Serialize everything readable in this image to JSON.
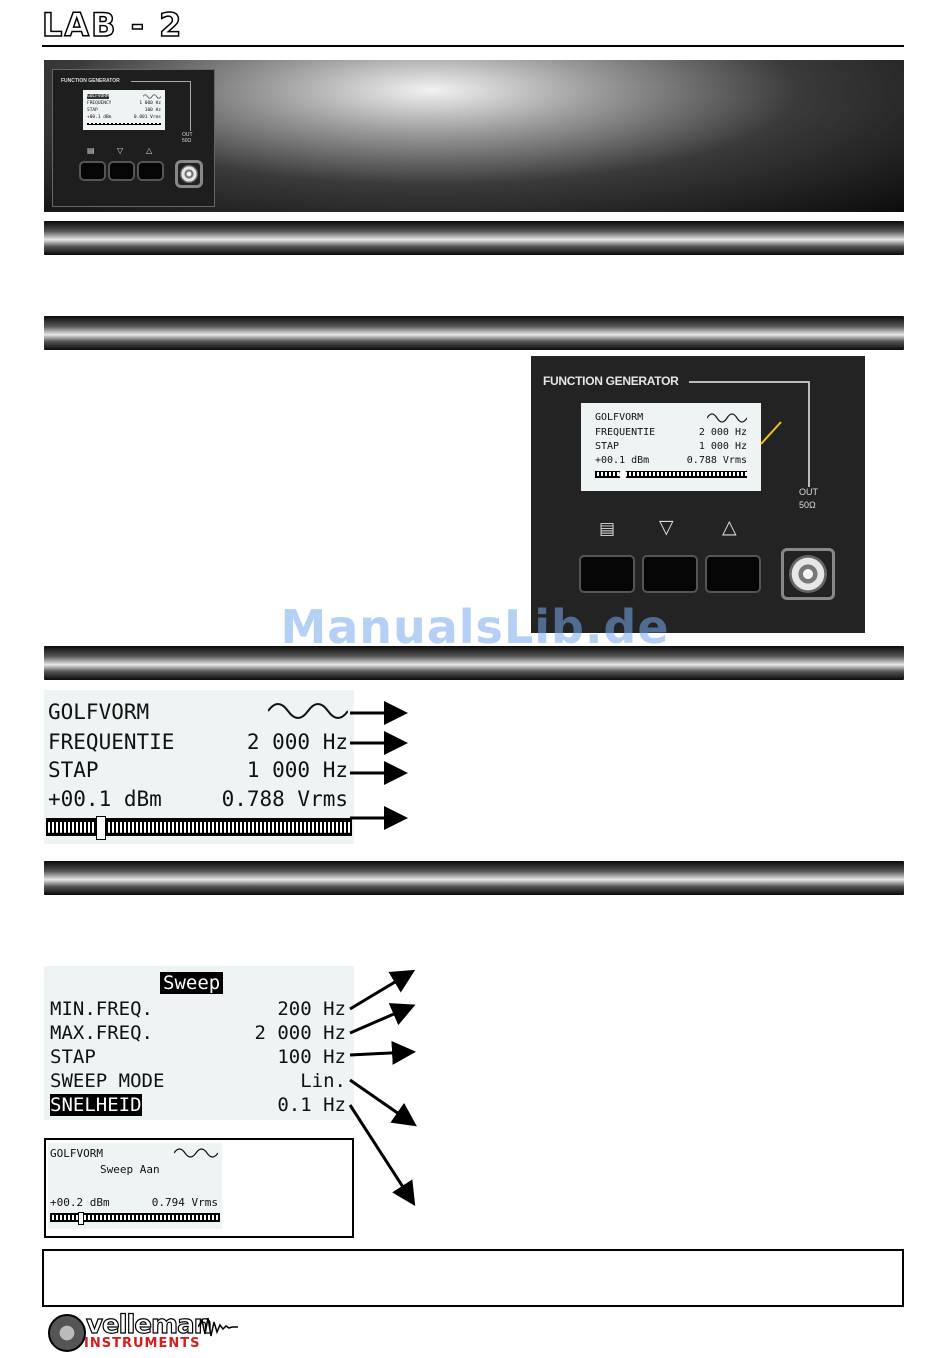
{
  "header": {
    "logo_text": "LAB - 2"
  },
  "small_panel": {
    "title": "FUNCTION GENERATOR",
    "out_label": "OUT",
    "impedance": "50Ω",
    "lcd": {
      "row1_label": "GOLFVORM",
      "row2_label": "FREQUENCY",
      "row2_value": "1 000 Hz",
      "row3_label": "STAP",
      "row3_value": "100 Hz",
      "row4_label": "+00.1 dBm",
      "row4_value": "0.001 Vrms"
    }
  },
  "front_panel": {
    "title": "FUNCTION GENERATOR",
    "out_label": "OUT",
    "impedance": "50Ω",
    "lcd": {
      "row1_label": "GOLFVORM",
      "row2_label": "FREQUENTIE",
      "row2_value": "2 000 Hz",
      "row3_label": "STAP",
      "row3_value": "1 000 Hz",
      "row4_label": "+00.1 dBm",
      "row4_value": "0.788 Vrms"
    }
  },
  "watermark": "ManualsLib.de",
  "display_detail": {
    "rows": [
      {
        "label": "GOLFVORM",
        "value": ""
      },
      {
        "label": "FREQUENTIE",
        "value": "2 000 Hz"
      },
      {
        "label": "STAP",
        "value": "1 000 Hz"
      },
      {
        "label": "+00.1 dBm",
        "value": "0.788 Vrms"
      }
    ]
  },
  "sweep_menu": {
    "title": "Sweep",
    "rows": [
      {
        "label": "MIN.FREQ.",
        "value": "200 Hz"
      },
      {
        "label": "MAX.FREQ.",
        "value": "2 000 Hz"
      },
      {
        "label": "STAP",
        "value": "100 Hz"
      },
      {
        "label": "SWEEP MODE",
        "value": "Lin."
      },
      {
        "label": "SNELHEID",
        "value": "0.1 Hz"
      }
    ]
  },
  "sweep_display": {
    "row1_label": "GOLFVORM",
    "row2_text": "Sweep Aan",
    "row3_label": "+00.2 dBm",
    "row3_value": "0.794 Vrms"
  },
  "footer": {
    "brand": "velleman",
    "sub": "INSTRUMENTS"
  },
  "colors": {
    "indicator_line": "#f0c020",
    "watermark": "#78aaeb",
    "brand_red": "#d81c1c"
  }
}
